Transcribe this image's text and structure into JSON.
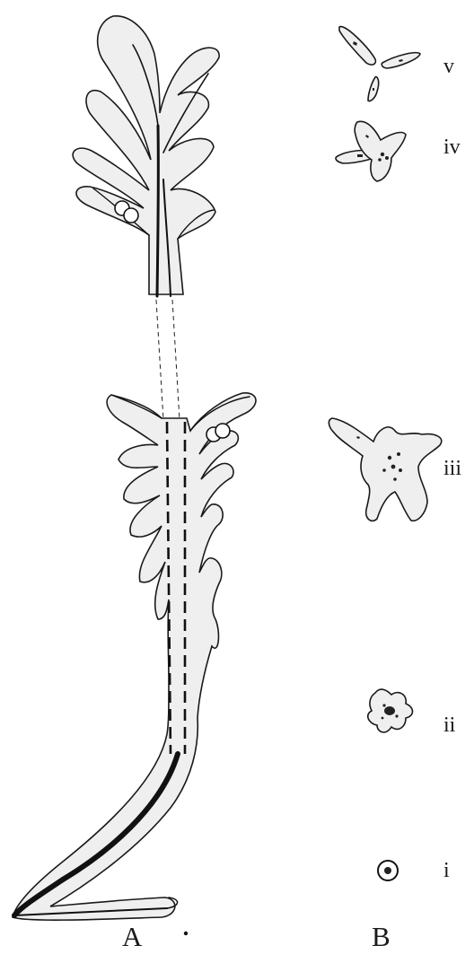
{
  "figure": {
    "panels": [
      {
        "id": "A",
        "label": "A"
      },
      {
        "id": "B",
        "label": "B"
      }
    ],
    "stages": [
      {
        "id": "v",
        "label": "v"
      },
      {
        "id": "iv",
        "label": "iv"
      },
      {
        "id": "iii",
        "label": "iii"
      },
      {
        "id": "ii",
        "label": "ii"
      },
      {
        "id": "i",
        "label": "i"
      }
    ],
    "colors": {
      "ink": "#1a1a1a",
      "stipple": "#efefef",
      "paper": "#ffffff"
    }
  }
}
